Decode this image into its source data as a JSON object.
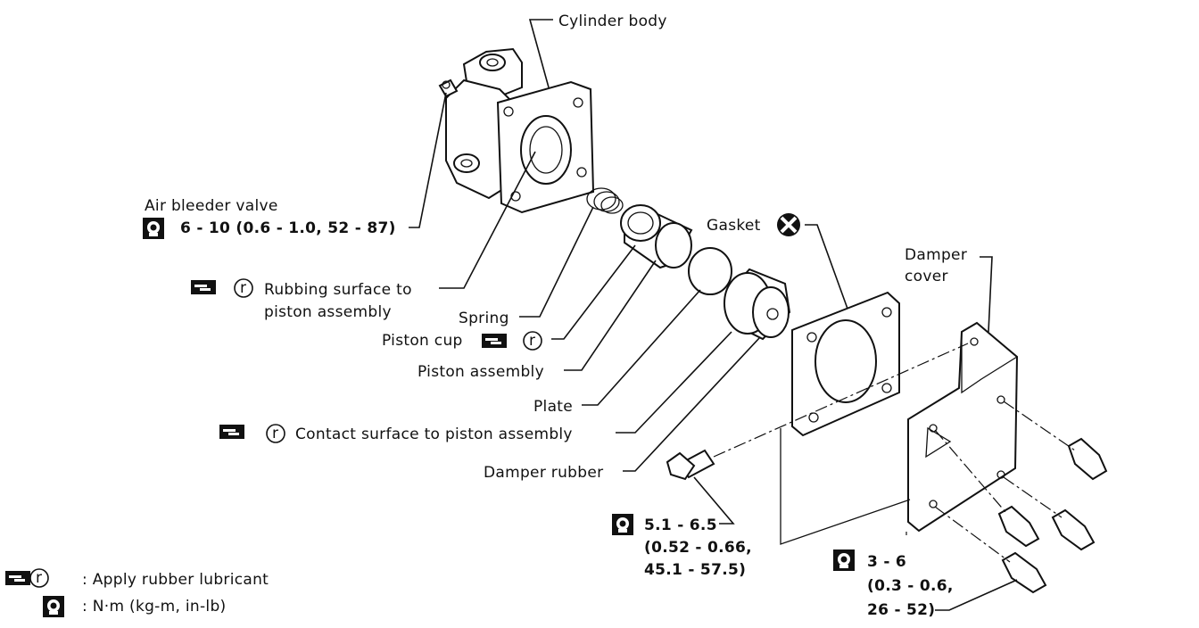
{
  "labels": {
    "cylinder_body": "Cylinder body",
    "air_bleeder_valve": "Air bleeder valve",
    "air_bleeder_torque": "6 - 10 (0.6 - 1.0, 52 - 87)",
    "rubbing_surface_1": "Rubbing surface to",
    "rubbing_surface_2": "piston assembly",
    "spring": "Spring",
    "piston_cup": "Piston cup",
    "piston_assembly": "Piston assembly",
    "plate": "Plate",
    "contact_surface": "Contact surface to piston assembly",
    "damper_rubber": "Damper rubber",
    "gasket": "Gasket",
    "damper_cover_1": "Damper",
    "damper_cover_2": "cover",
    "bolt_torque_1": "5.1 - 6.5",
    "bolt_torque_2": "(0.52 - 0.66,",
    "bolt_torque_3": "45.1 - 57.5)",
    "cover_torque_1": "3 - 6",
    "cover_torque_2": "(0.3 - 0.6,",
    "cover_torque_3": "26 - 52)",
    "lubricant_symbol": "r"
  },
  "legend": {
    "lubricant": ": Apply rubber lubricant",
    "torque_units": ": N·m (kg-m, in-lb)"
  },
  "icons": [
    "grease-tube-icon",
    "torque-wrench-icon",
    "replace-part-icon"
  ]
}
